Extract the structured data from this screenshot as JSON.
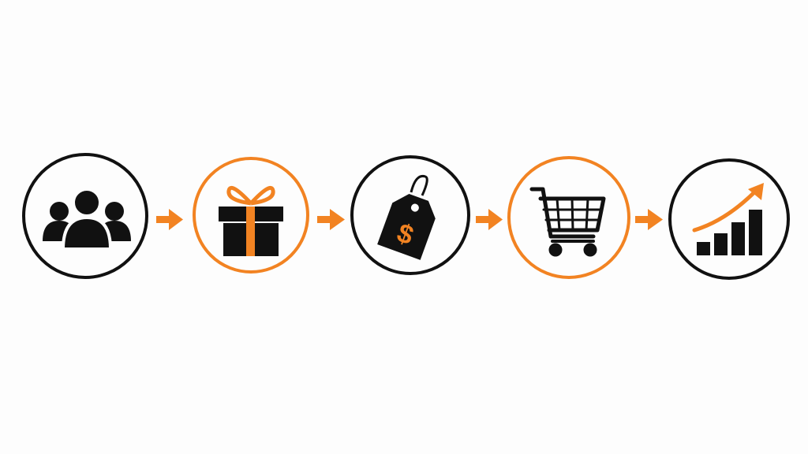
{
  "colors": {
    "background": "#fdfdfd",
    "ink": "#111111",
    "accent": "#f28322"
  },
  "flow": {
    "steps": [
      {
        "icon": "people-group-icon",
        "ring": "ink"
      },
      {
        "icon": "gift-box-icon",
        "ring": "accent"
      },
      {
        "icon": "price-tag-dollar-icon",
        "ring": "ink"
      },
      {
        "icon": "shopping-cart-icon",
        "ring": "accent"
      },
      {
        "icon": "growth-bar-chart-icon",
        "ring": "ink"
      }
    ],
    "connector_icon": "arrow-right-icon",
    "tag_symbol": "$"
  }
}
